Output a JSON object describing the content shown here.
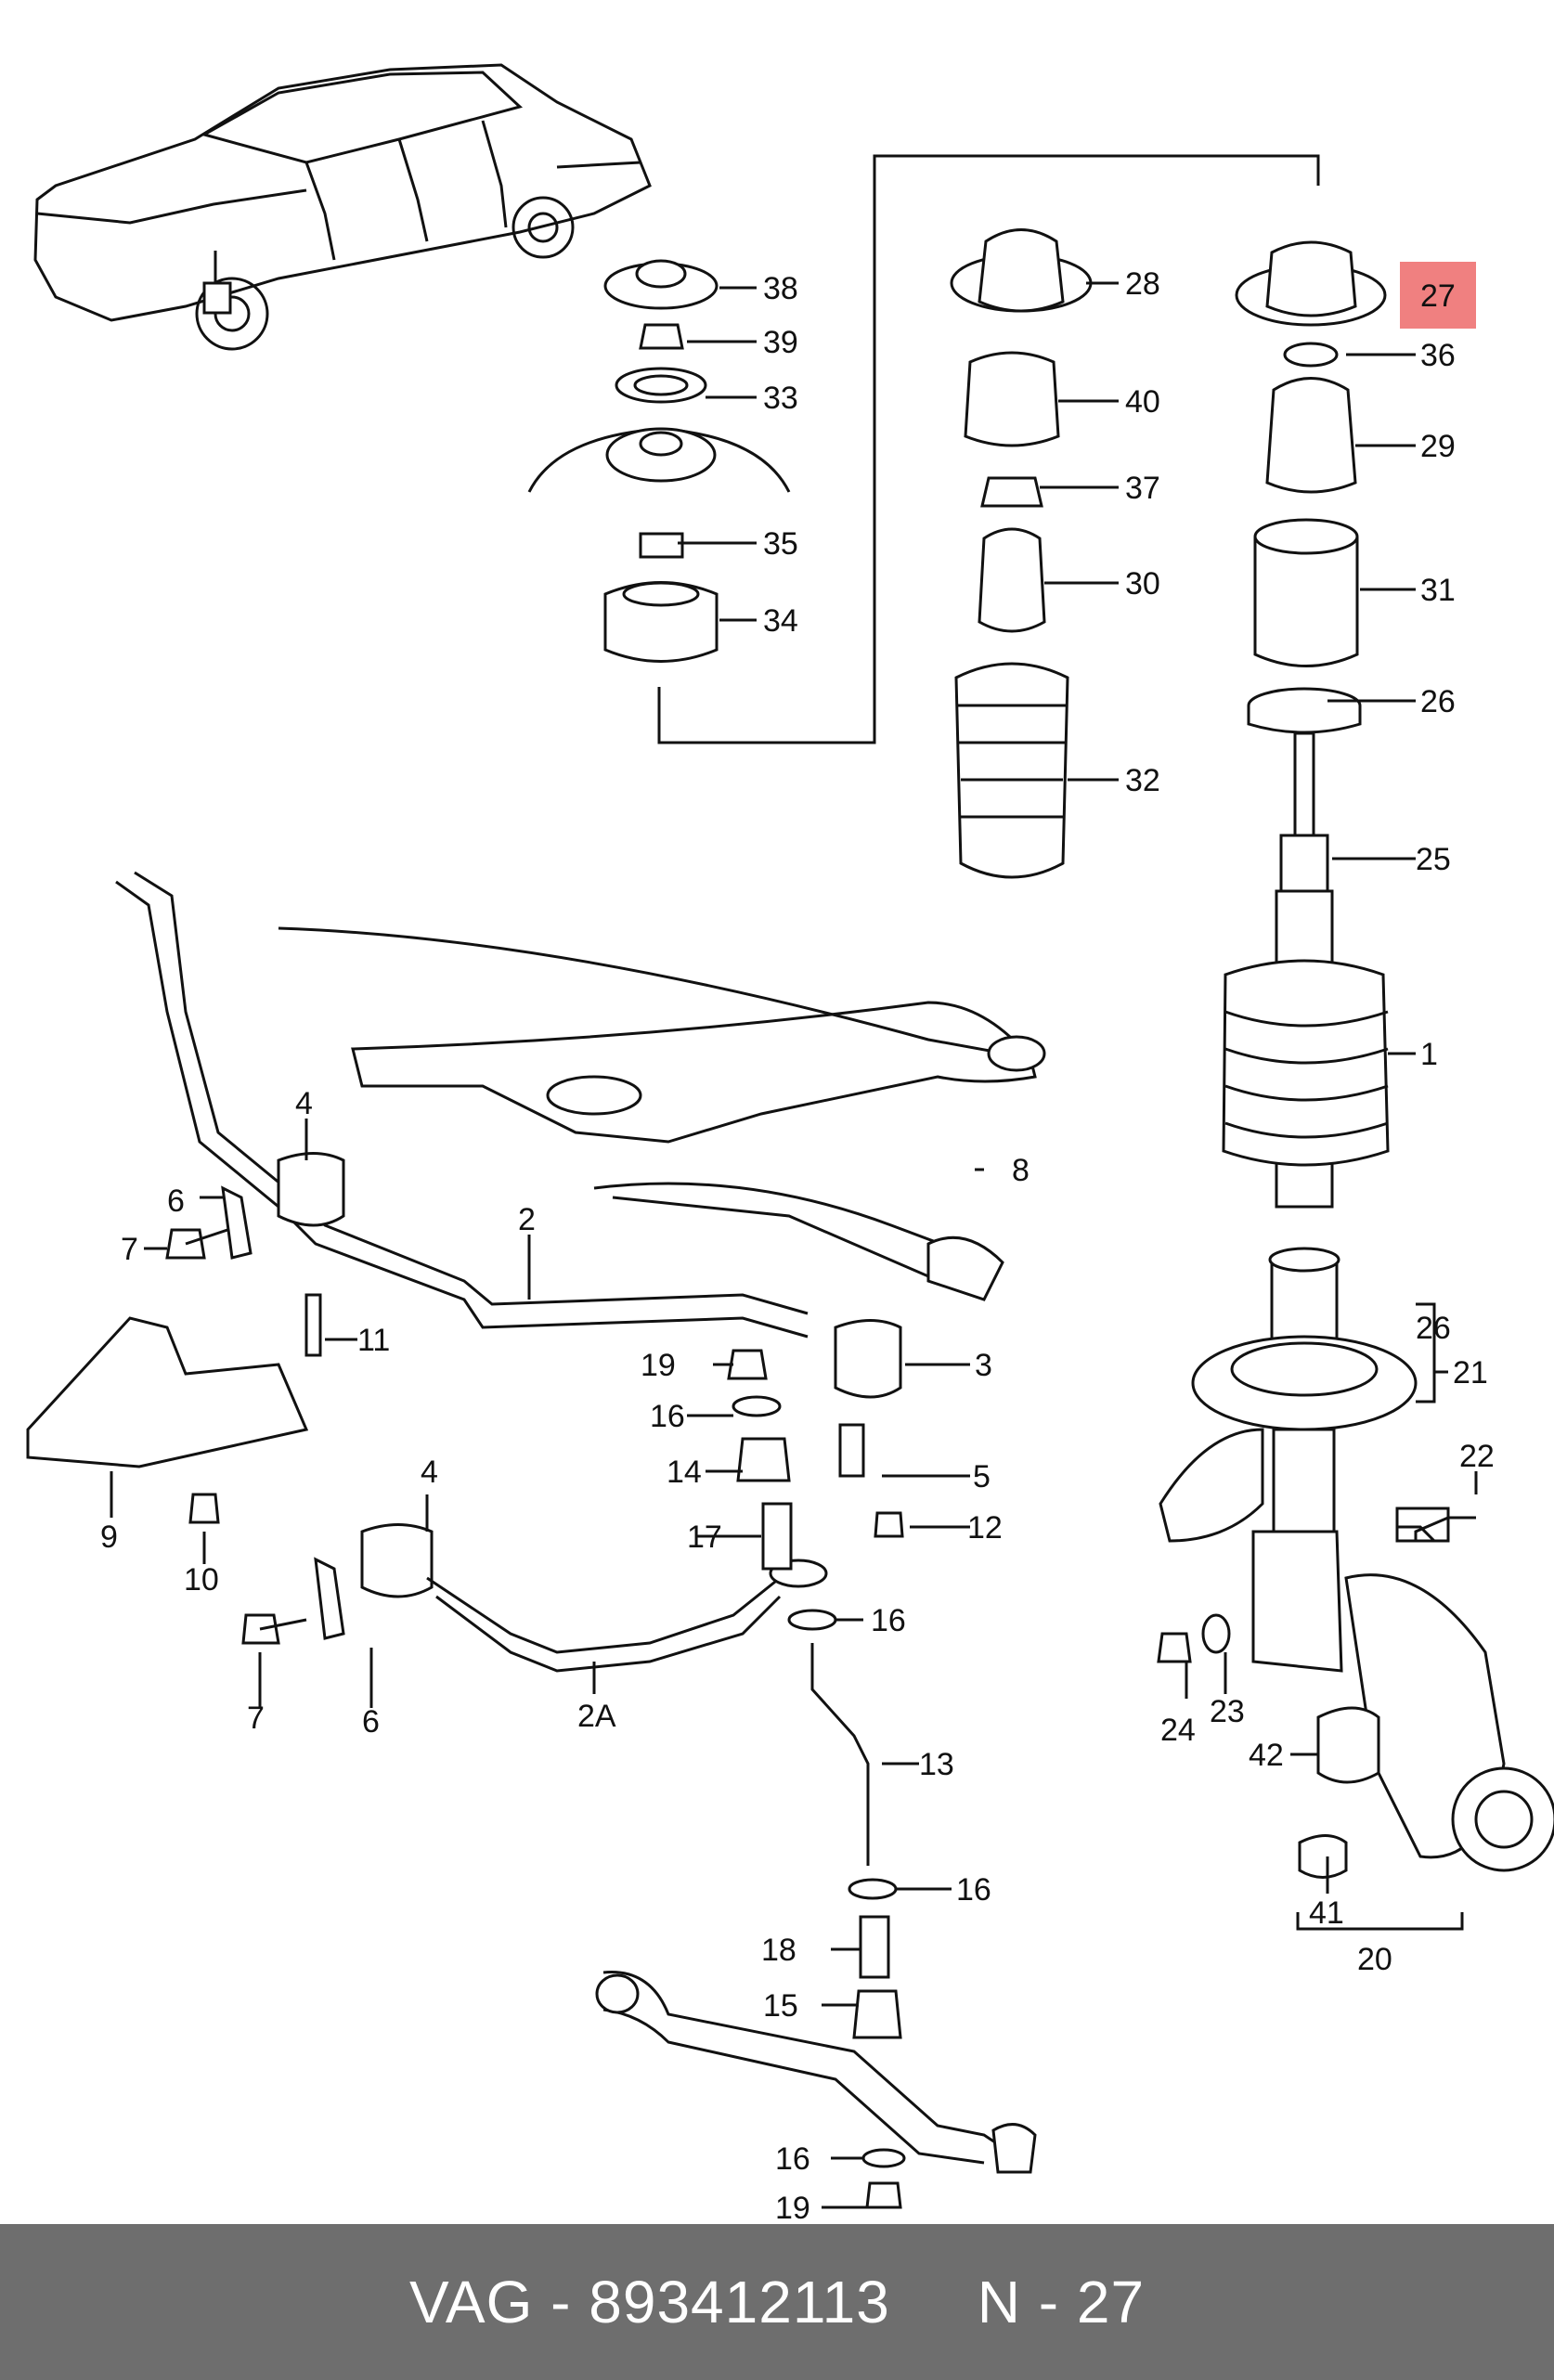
{
  "diagram": {
    "highlight_color": "#f08080",
    "highlighted_callout": "27",
    "callouts": [
      "38",
      "39",
      "33",
      "35",
      "34",
      "28",
      "40",
      "37",
      "30",
      "32",
      "27",
      "36",
      "29",
      "31",
      "26",
      "25",
      "1",
      "4",
      "6",
      "7",
      "2",
      "8",
      "11",
      "3",
      "19",
      "16",
      "14",
      "5",
      "12",
      "9",
      "10",
      "17",
      "4",
      "7",
      "6",
      "2A",
      "16",
      "13",
      "16",
      "18",
      "15",
      "16",
      "19",
      "26",
      "21",
      "22",
      "24",
      "23",
      "42",
      "41",
      "20"
    ]
  },
  "footer": {
    "background_color": "#6e6e6e",
    "text": "VAG - 893412113     N - 27"
  }
}
